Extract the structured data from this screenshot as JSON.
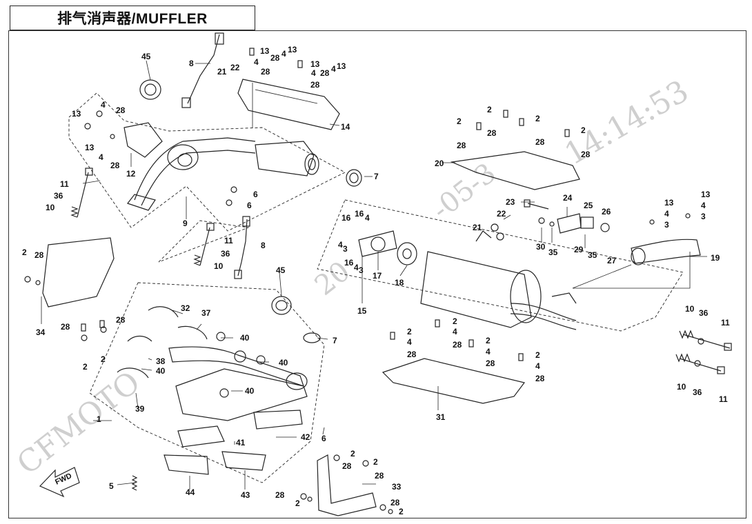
{
  "title": "排气消声器/MUFFLER",
  "watermark": {
    "brand": "CFMOTO",
    "date_fragment_1": "20",
    "date_fragment_2": "-05-3",
    "time_fragment": "14:14:53"
  },
  "fwd_label": "FWD",
  "callouts": {
    "c1": "1",
    "c2": "2",
    "c3": "3",
    "c4": "4",
    "c5": "5",
    "c6": "6",
    "c7": "7",
    "c8": "8",
    "c9": "9",
    "c10": "10",
    "c11": "11",
    "c12": "12",
    "c13": "13",
    "c14": "14",
    "c15": "15",
    "c16": "16",
    "c17": "17",
    "c18": "18",
    "c19": "19",
    "c20": "20",
    "c21": "21",
    "c22": "22",
    "c23": "23",
    "c24": "24",
    "c25": "25",
    "c26": "26",
    "c27": "27",
    "c28": "28",
    "c29": "29",
    "c30": "30",
    "c31": "31",
    "c32": "32",
    "c33": "33",
    "c34": "34",
    "c35": "35",
    "c36": "36",
    "c37": "37",
    "c38": "38",
    "c39": "39",
    "c40": "40",
    "c41": "41",
    "c42": "42",
    "c43": "43",
    "c44": "44",
    "c45": "45"
  }
}
